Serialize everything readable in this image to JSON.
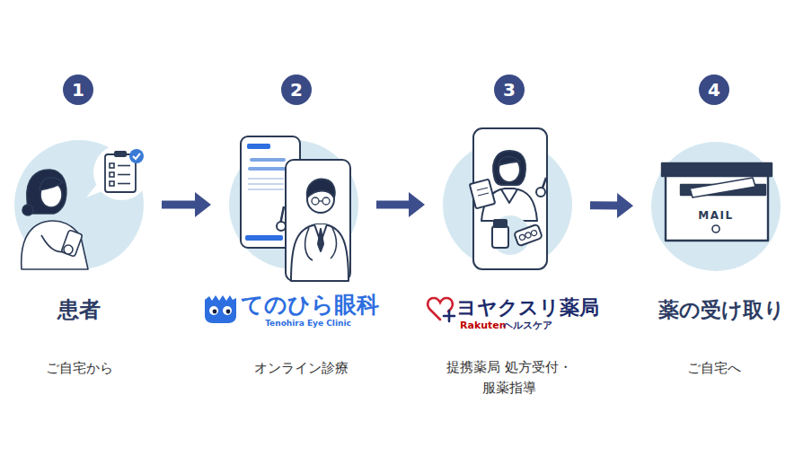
{
  "diagram": {
    "nodes": [
      {
        "text": [
          "1"
        ]
      },
      {
        "text": [
          "患者",
          "ご自宅から"
        ]
      },
      {
        "text": [
          "2"
        ]
      },
      {
        "text": [
          "てのひら眼科",
          "Tenohira Eye Clinic",
          "オンライン診療"
        ]
      },
      {
        "text": [
          "3"
        ]
      },
      {
        "text": [
          "ヨヤクスリ薬局",
          "Rakuten",
          "ヘルスケア",
          "提携薬局 処方受付・服薬指導"
        ]
      },
      {
        "text": [
          "4"
        ]
      },
      {
        "text": [
          "薬の受け取り",
          "ご自宅へ"
        ]
      }
    ],
    "edges": [
      {
        "from": 1,
        "to": 3,
        "arrow": "to"
      },
      {
        "from": 3,
        "to": 5,
        "arrow": "to"
      },
      {
        "from": 5,
        "to": 7,
        "arrow": "to"
      }
    ],
    "labels": [
      "MAIL"
    ]
  }
}
